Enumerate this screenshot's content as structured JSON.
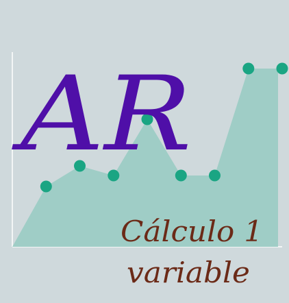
{
  "logo": {
    "letters": "AR",
    "subtitle_line1": "Cálculo 1",
    "subtitle_line2": "variable",
    "chart_data": {
      "type": "area",
      "x": [
        1,
        2,
        3,
        4,
        5,
        6,
        7,
        8
      ],
      "values": [
        2.2,
        2.95,
        2.6,
        4.65,
        2.6,
        2.6,
        6.5,
        6.5
      ],
      "xlim": [
        0,
        8
      ],
      "ylim": [
        0,
        7.5
      ],
      "grid": false
    },
    "colors": {
      "background": "#cfd9dc",
      "area_fill": "#9fcdc6",
      "points": "#1aa583",
      "letters": "#4f0fa8",
      "subtitle": "#6b2a17",
      "axis": "#ffffff"
    }
  }
}
